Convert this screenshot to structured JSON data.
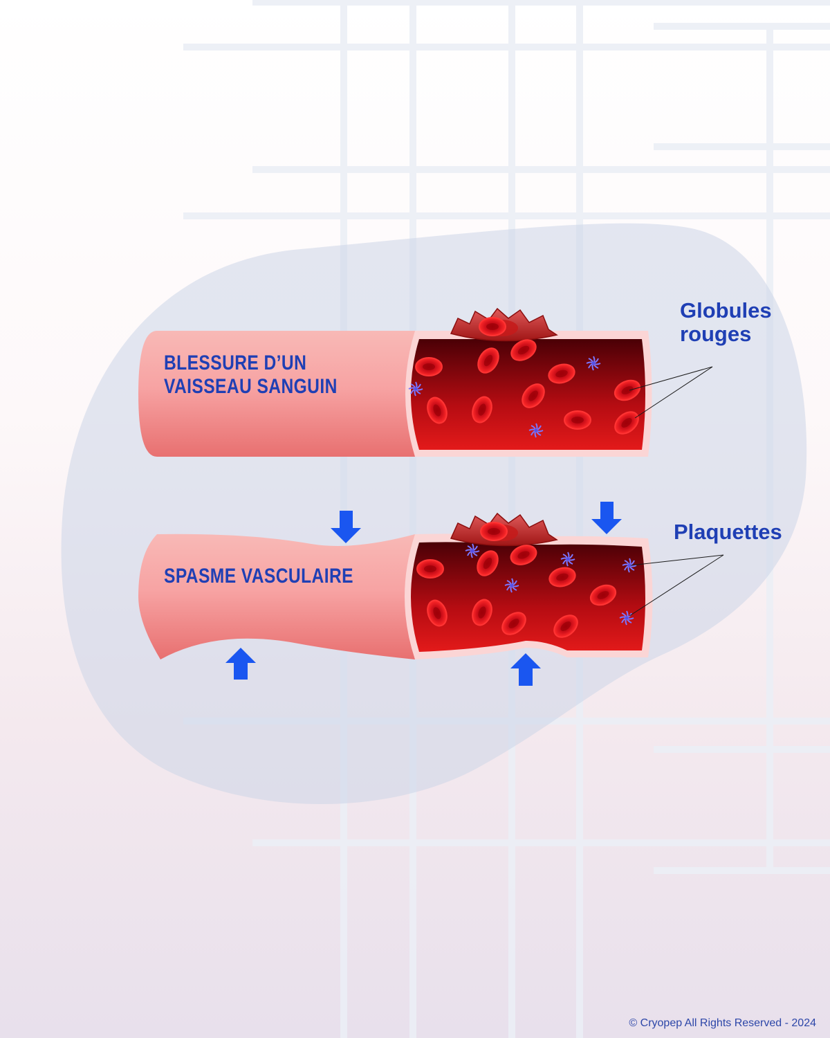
{
  "labels": {
    "injury": [
      "BLESSURE D’UN",
      "VAISSEAU SANGUIN"
    ],
    "spasm": "SPASME VASCULAIRE",
    "red_cells": [
      "Globules",
      "rouges"
    ],
    "platelets": "Plaquettes"
  },
  "footer": {
    "copyright": "© Cryopep All Rights Reserved -  2024"
  },
  "colors": {
    "title_blue": "#1f3fb4",
    "arrow_blue": "#1a56f0",
    "vessel_pink": "#f7a3a3",
    "blood_dark": "#5a0008",
    "blood_red": "#d81414",
    "blob": "#d7deec"
  },
  "icons": {
    "arrow": "arrow-icon",
    "platelet": "platelet-icon",
    "red_blood_cell": "red-blood-cell-icon",
    "clot": "blood-clot-icon"
  }
}
